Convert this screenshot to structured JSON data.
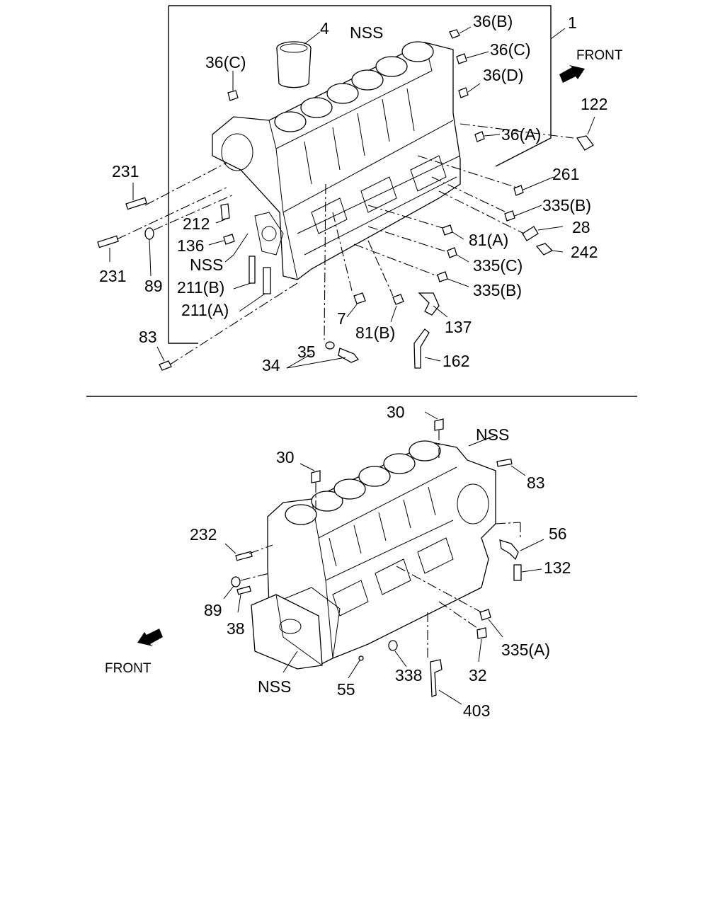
{
  "top_diagram": {
    "labels": {
      "l1": "1",
      "l4": "4",
      "nss_top": "NSS",
      "l36b": "36(B)",
      "l36c_right": "36(C)",
      "l36d": "36(D)",
      "l36a": "36(A)",
      "l36c_left": "36(C)",
      "front": "FRONT",
      "l122": "122",
      "l231_top": "231",
      "l231_bottom": "231",
      "l261": "261",
      "l335b_top": "335(B)",
      "l212": "212",
      "l28": "28",
      "l136": "136",
      "l81a": "81(A)",
      "l242": "242",
      "nss_left": "NSS",
      "l335c": "335(C)",
      "l89": "89",
      "l211b": "211(B)",
      "l335b_bottom": "335(B)",
      "l211a": "211(A)",
      "l7": "7",
      "l81b": "81(B)",
      "l137": "137",
      "l83": "83",
      "l35": "35",
      "l34": "34",
      "l162": "162"
    }
  },
  "bottom_diagram": {
    "labels": {
      "l30_top": "30",
      "nss_right": "NSS",
      "l30_left": "30",
      "l83": "83",
      "l232": "232",
      "l56": "56",
      "l132": "132",
      "l89": "89",
      "l38": "38",
      "front": "FRONT",
      "l335a": "335(A)",
      "nss_bottom": "NSS",
      "l55": "55",
      "l338": "338",
      "l32": "32",
      "l403": "403"
    }
  }
}
